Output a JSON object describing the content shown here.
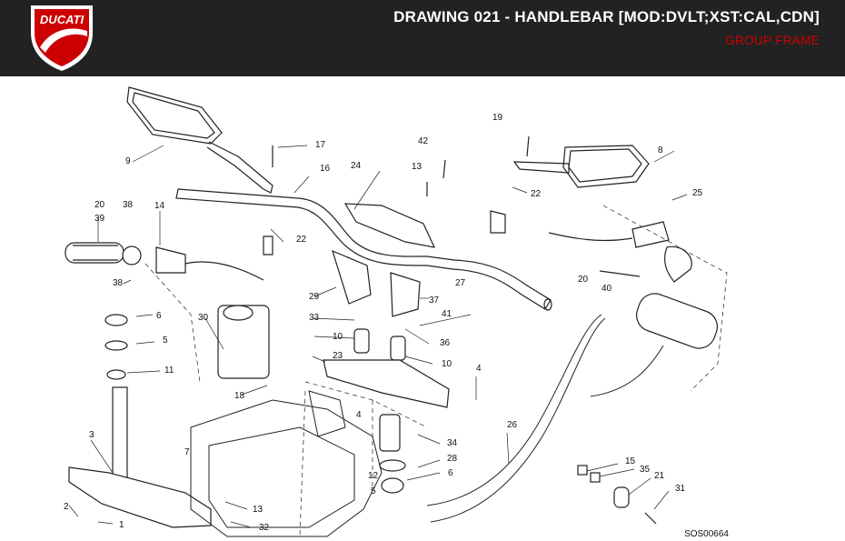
{
  "header": {
    "brand": "DUCATI",
    "title": "DRAWING 021 - HANDLEBAR [MOD:DVLT;XST:CAL,CDN]",
    "subtitle": "GROUP FRAME",
    "colors": {
      "bar": "#222222",
      "accent": "#cc0000",
      "title": "#ffffff"
    }
  },
  "drawing": {
    "code": "SOS00664",
    "part_labels": [
      "1",
      "2",
      "3",
      "4",
      "4",
      "5",
      "5",
      "6",
      "6",
      "7",
      "8",
      "9",
      "10",
      "10",
      "11",
      "12",
      "13",
      "13",
      "14",
      "15",
      "16",
      "17",
      "18",
      "19",
      "20",
      "20",
      "21",
      "22",
      "22",
      "23",
      "24",
      "25",
      "26",
      "27",
      "28",
      "29",
      "30",
      "31",
      "32",
      "33",
      "34",
      "35",
      "36",
      "37",
      "38",
      "38",
      "39",
      "40",
      "41",
      "42"
    ]
  }
}
